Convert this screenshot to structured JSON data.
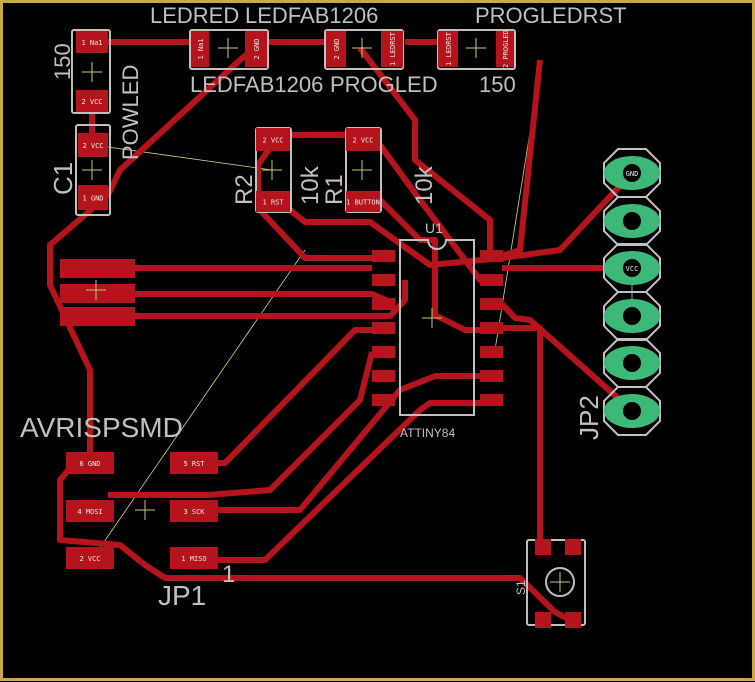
{
  "colors": {
    "background": "#000000",
    "copper": "#b5141c",
    "silkscreen": "#c0c0c0",
    "board_outline": "#c8a848",
    "ratsnest": "#d8d880",
    "thru_pad": "#3cb878"
  },
  "parts": {
    "powled": {
      "name": "POWLED",
      "value": "150",
      "pad1": "1 Na1",
      "pad2": "2 VCC"
    },
    "c1": {
      "name": "C1",
      "pad1": "1 GND",
      "pad2": "2 VCC"
    },
    "ledred": {
      "name": "LEDRED",
      "value": "LEDFAB1206",
      "pad1": "1 Na1",
      "pad2": "2 GND"
    },
    "progled": {
      "name": "PROGLED",
      "value": "LEDFAB1206",
      "pad1": "1 LEDRST",
      "pad2": "2 GND"
    },
    "progledrst": {
      "name": "PROGLEDRST",
      "value": "150",
      "pad1": "1 LEDRST",
      "pad2": "2 PROGLED"
    },
    "r2": {
      "name": "R2",
      "value": "10k",
      "pad1": "1 RST",
      "pad2": "2 VCC"
    },
    "r1": {
      "name": "R1",
      "value": "10k",
      "pad1": "1 BUTTON",
      "pad2": "2 VCC"
    },
    "u1": {
      "name": "U1",
      "value": "ATTINY84"
    },
    "jp1": {
      "name": "JP1",
      "value": "AVRISPSMD",
      "pin1_marker": "1",
      "pads": [
        {
          "n": "6",
          "s": "GND"
        },
        {
          "n": "5",
          "s": "RST"
        },
        {
          "n": "4",
          "s": "MOSI"
        },
        {
          "n": "3",
          "s": "SCK"
        },
        {
          "n": "2",
          "s": "VCC"
        },
        {
          "n": "1",
          "s": "MISO"
        }
      ]
    },
    "jp2": {
      "name": "JP2",
      "pads": [
        "GND",
        "",
        "VCC",
        "",
        "",
        ""
      ]
    },
    "s1": {
      "name": "S1"
    }
  }
}
